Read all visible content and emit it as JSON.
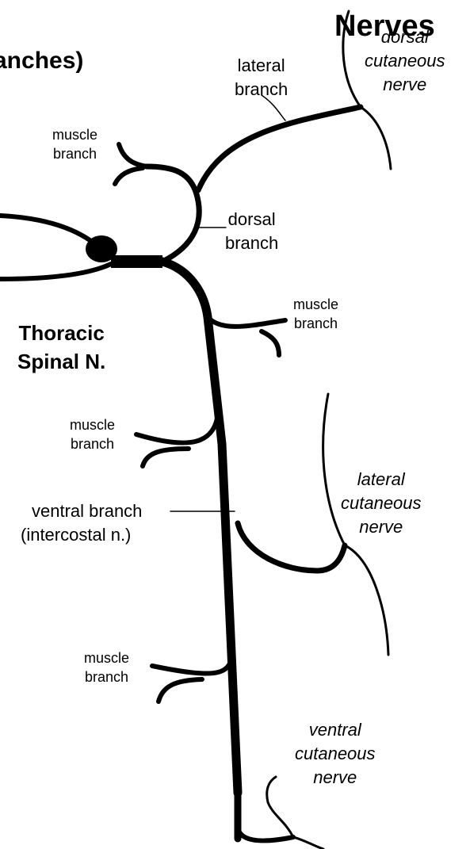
{
  "title": {
    "line1": "Nerves",
    "line2": "anches)"
  },
  "nerve_name": {
    "line1": "Thoracic",
    "line2": "Spinal N."
  },
  "labels": {
    "lateral_branch": [
      "lateral",
      "branch"
    ],
    "dorsal_branch": [
      "dorsal",
      "branch"
    ],
    "dorsal_cutaneous": [
      "dorsal",
      "cutaneous",
      "nerve"
    ],
    "muscle_upper_left": [
      "muscle",
      "branch"
    ],
    "muscle_right": [
      "muscle",
      "branch"
    ],
    "muscle_mid_left": [
      "muscle",
      "branch"
    ],
    "ventral_branch": [
      "ventral branch",
      "(intercostal n.)"
    ],
    "lateral_cutaneous": [
      "lateral",
      "cutaneous",
      "nerve"
    ],
    "muscle_lower_left": [
      "muscle",
      "branch"
    ],
    "ventral_cutaneous": [
      "ventral",
      "cutaneous",
      "nerve"
    ]
  },
  "colors": {
    "stroke": "#000000",
    "background": "#ffffff"
  }
}
